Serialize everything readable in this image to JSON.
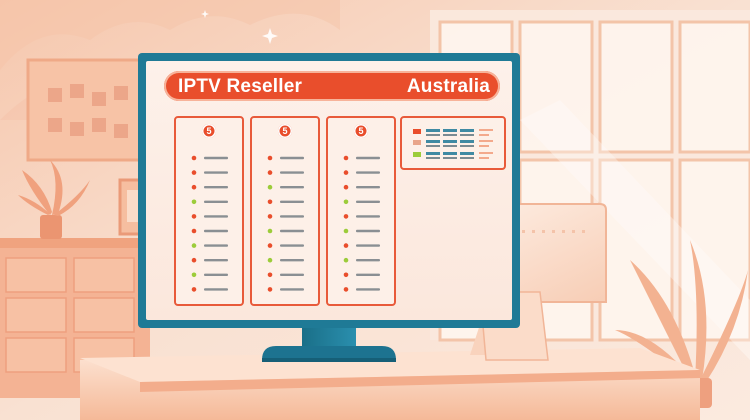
{
  "banner": {
    "title": "IPTV Reseller",
    "country": "Australia"
  },
  "columns": [
    {
      "badge": "5",
      "dots": [
        "red",
        "red",
        "red",
        "green",
        "red",
        "red",
        "green",
        "red",
        "green",
        "red"
      ]
    },
    {
      "badge": "5",
      "dots": [
        "red",
        "red",
        "green",
        "red",
        "red",
        "green",
        "red",
        "green",
        "red",
        "red"
      ]
    },
    {
      "badge": "5",
      "dots": [
        "red",
        "red",
        "red",
        "green",
        "red",
        "green",
        "red",
        "green",
        "red",
        "red"
      ]
    }
  ],
  "colors": {
    "accent": "#e94e2c",
    "green_dot": "#9ccc3a",
    "monitor_frame": "#1f7a96",
    "background": "#f8ddcc"
  },
  "icons": [
    "sparkle-icon",
    "plant-icon",
    "calendar-chart-icon"
  ]
}
